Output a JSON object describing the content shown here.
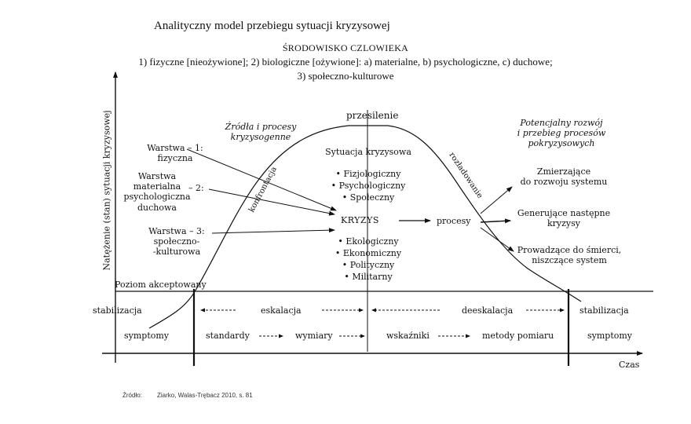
{
  "title": "Analityczny model przebiegu sytuacji kryzysowej",
  "environment": {
    "header": "ŚRODOWISKO CZLOWIEKA",
    "line1": "1) fizyczne [nieożywione]; 2) biologiczne [ożywione]: a) materialne, b) psychologiczne, c) duchowe;",
    "line2": "3) społeczno-kulturowe"
  },
  "axes": {
    "y_label": "Natężenie (stan) sytuacji kryzysowej",
    "x_label": "Czas",
    "accepted_level": "Poziom akceptowany"
  },
  "peak_label": "przesilenie",
  "curve_labels": {
    "left": "konfrontacja",
    "right": "rozładowanie"
  },
  "sources": {
    "title_line1": "Źródła i procesy",
    "title_line2": "kryzysogenne",
    "layers": [
      {
        "l1": "Warstwa – 1:",
        "l2": "fizyczna"
      },
      {
        "l1": "Warstwa",
        "l2": "materialna",
        "l3": "psychologiczna",
        "l4": "duchowa",
        "num": "– 2:"
      },
      {
        "l1": "Warstwa – 3:",
        "l2": "społeczno-",
        "l3": "-kulturowa"
      }
    ]
  },
  "situation": {
    "header": "Sytuacja kryzysowa",
    "top_items": [
      "• Fizjologiczny",
      "• Psychologiczny",
      "• Społeczny"
    ],
    "crisis": "KRYZYS",
    "bottom_items": [
      "• Ekologiczny",
      "• Ekonomiczny",
      "• Polityczny",
      "• Militarny"
    ]
  },
  "processes": "procesy",
  "outcomes": {
    "title_line1": "Potencjalny rozwój",
    "title_line2": "i przebieg procesów",
    "title_line3": "pokryzysowych",
    "items": [
      {
        "l1": "Zmierzające",
        "l2": "do rozwoju systemu"
      },
      {
        "l1": "Generujące następne",
        "l2": "kryzysy"
      },
      {
        "l1": "Prowadzące do śmierci,",
        "l2": "niszczące system"
      }
    ]
  },
  "phases": [
    "stabilizacja",
    "eskalacja",
    "deeskalacja",
    "stabilizacja"
  ],
  "measures": [
    "symptomy",
    "standardy",
    "wymiary",
    "wskaźniki",
    "metody pomiaru",
    "symptomy"
  ],
  "source_note": {
    "label": "Źródło:",
    "text": "Ziarko, Walas-Trębacz 2010, s. 81"
  }
}
